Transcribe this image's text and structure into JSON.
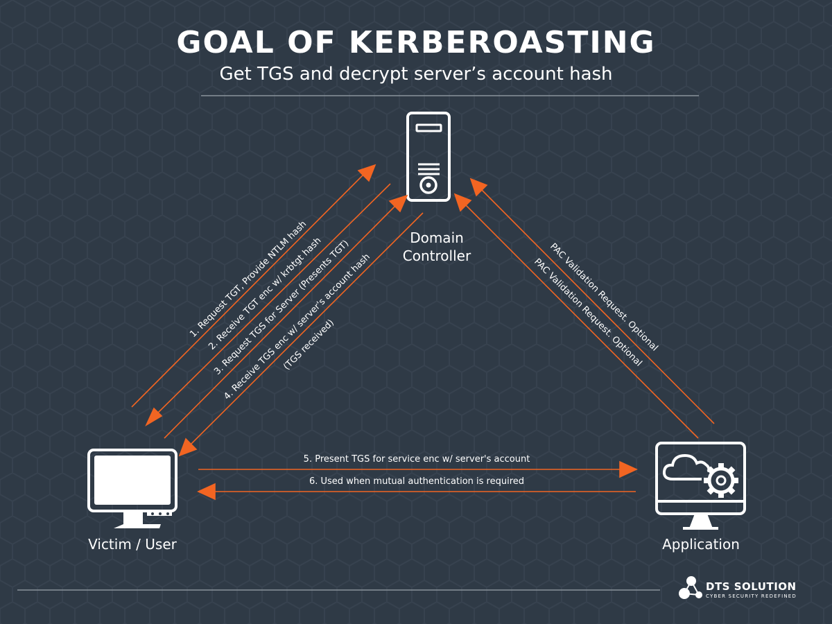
{
  "header": {
    "title": "GOAL OF KERBEROASTING",
    "subtitle": "Get TGS and decrypt server’s account hash"
  },
  "nodes": {
    "domain_controller_line1": "Domain",
    "domain_controller_line2": "Controller",
    "victim": "Victim / User",
    "application": "Application"
  },
  "steps": {
    "step1": "1. Request TGT, Provide NTLM hash",
    "step2": "2. Receive TGT enc w/ krbtgt hash",
    "step3": "3. Request TGS for Server (Presents TGT)",
    "step4": "4. Receive TGS enc w/ server's account hash",
    "step4b": "(TGS received)",
    "step5": "5. Present TGS for service enc w/ server's account",
    "step6": "6. Used when mutual authentication is required",
    "pac1": "PAC Validation Request. Optional",
    "pac2": "PAC Validation Request. Optional"
  },
  "logo": {
    "name": "DTS SOLUTION",
    "tagline": "CYBER SECURITY REDEFINED"
  },
  "colors": {
    "background": "#2f3a46",
    "arrow": "#f26522",
    "text": "#ffffff"
  }
}
